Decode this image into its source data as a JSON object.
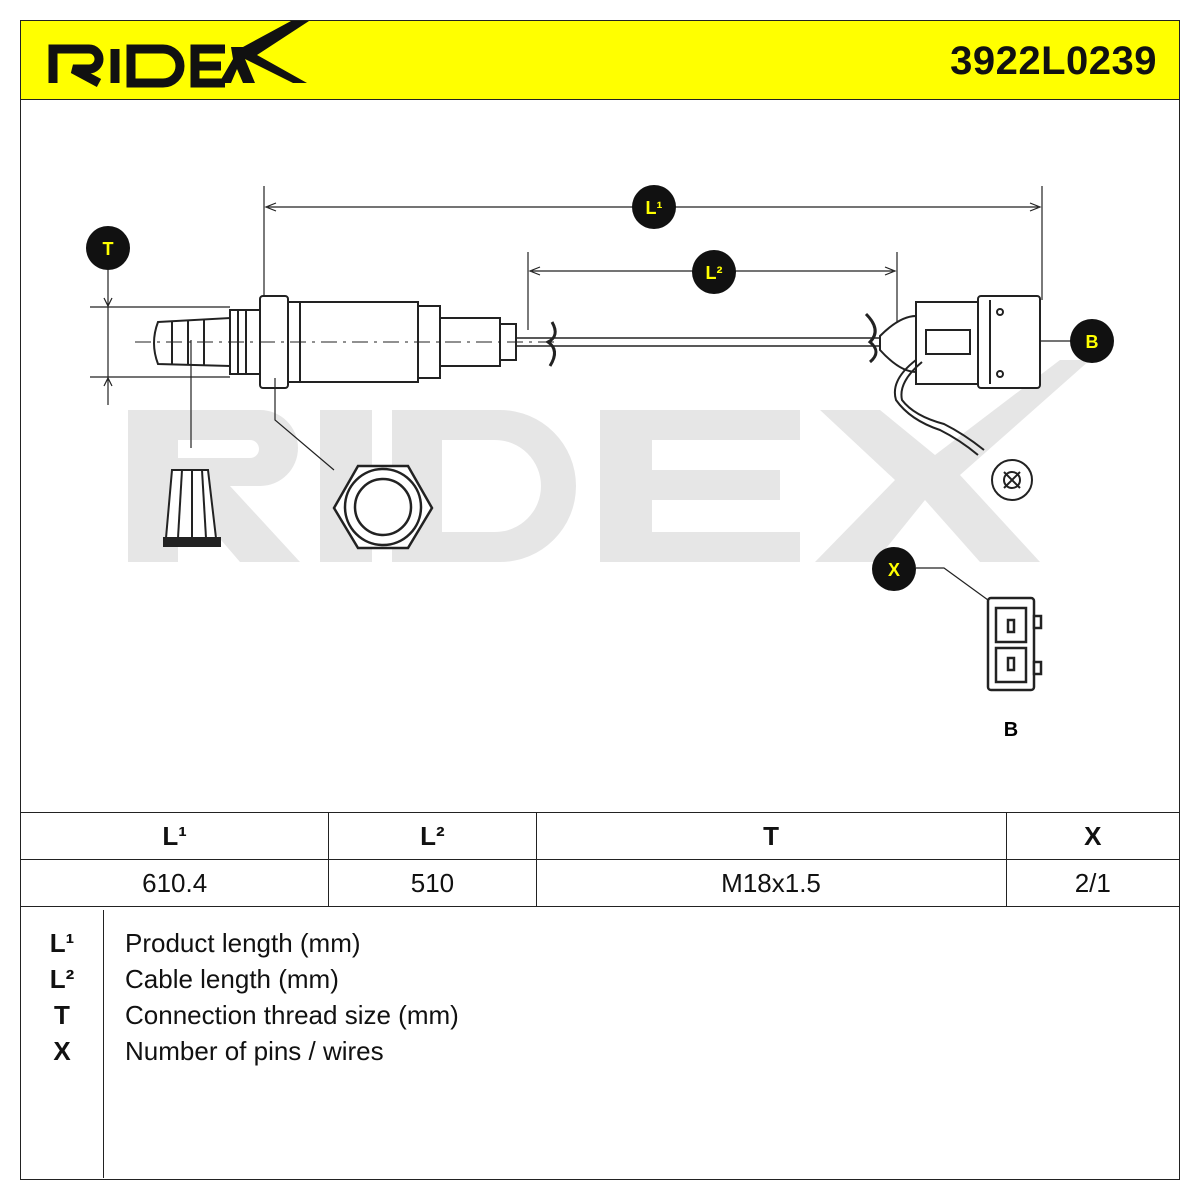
{
  "header": {
    "brand": "RIDEX",
    "part_number": "3922L0239"
  },
  "diagram": {
    "callouts": {
      "l1": "L¹",
      "l2": "L²",
      "t": "T",
      "b": "B",
      "x": "X"
    },
    "connector_label": "B"
  },
  "specs": {
    "headers": [
      "L¹",
      "L²",
      "T",
      "X"
    ],
    "values": [
      "610.4",
      "510",
      "M18x1.5",
      "2/1"
    ]
  },
  "legend": [
    {
      "key": "L¹",
      "desc": "Product length (mm)"
    },
    {
      "key": "L²",
      "desc": "Cable length (mm)"
    },
    {
      "key": "T",
      "desc": "Connection thread size (mm)"
    },
    {
      "key": "X",
      "desc": "Number of pins / wires"
    }
  ],
  "colors": {
    "accent": "#ffff00",
    "callout_bg": "#111111",
    "callout_text": "#ffff00",
    "watermark": "#e6e6e6"
  }
}
